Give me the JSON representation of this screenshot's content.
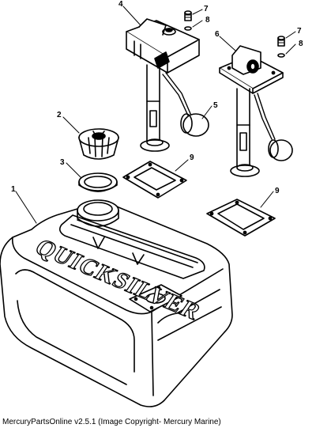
{
  "diagram": {
    "callouts": {
      "c1": "1",
      "c2": "2",
      "c3": "3",
      "c4": "4",
      "c5": "5",
      "c6": "6",
      "c7a": "7",
      "c8a": "8",
      "c7b": "7",
      "c8b": "8",
      "c9a": "9",
      "c9b": "9"
    },
    "tank_brand": "QUICKSILVER"
  },
  "footer": {
    "caption": "MercuryPartsOnline v2.5.1 (Image Copyright- Mercury Marine)"
  }
}
